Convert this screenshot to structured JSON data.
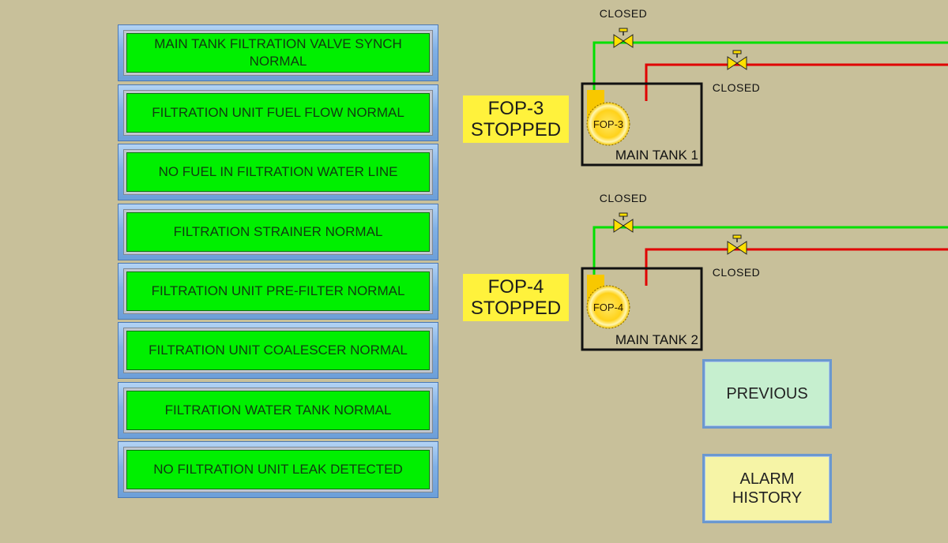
{
  "status_panel": {
    "items": [
      {
        "label": "MAIN TANK FILTRATION VALVE SYNCH\nNORMAL"
      },
      {
        "label": "FILTRATION UNIT FUEL FLOW NORMAL"
      },
      {
        "label": "NO FUEL IN FILTRATION WATER LINE"
      },
      {
        "label": "FILTRATION STRAINER NORMAL"
      },
      {
        "label": "FILTRATION UNIT PRE-FILTER NORMAL"
      },
      {
        "label": "FILTRATION UNIT COALESCER NORMAL"
      },
      {
        "label": "FILTRATION WATER TANK NORMAL"
      },
      {
        "label": "NO FILTRATION UNIT LEAK DETECTED"
      }
    ]
  },
  "tanks": [
    {
      "pump_status": "FOP-3\nSTOPPED",
      "pump_id": "FOP-3",
      "tank_name": "MAIN TANK 1",
      "green_valve_state": "CLOSED",
      "red_valve_state": "CLOSED"
    },
    {
      "pump_status": "FOP-4\nSTOPPED",
      "pump_id": "FOP-4",
      "tank_name": "MAIN TANK 2",
      "green_valve_state": "CLOSED",
      "red_valve_state": "CLOSED"
    }
  ],
  "buttons": {
    "previous": "PREVIOUS",
    "alarm_history": "ALARM\nHISTORY"
  },
  "colors": {
    "background": "#c8c09a",
    "status_normal": "#00f000",
    "line_green": "#00e000",
    "line_red": "#e00000",
    "pump_label": "#fff23c",
    "previous_button": "#c6efcf",
    "alarm_button": "#f6f4a6"
  }
}
